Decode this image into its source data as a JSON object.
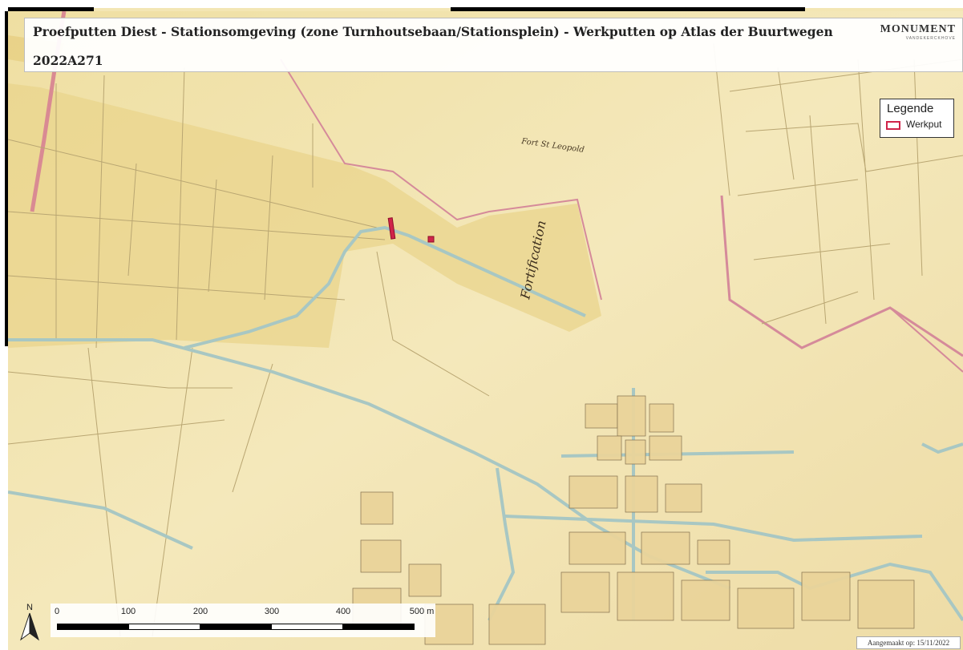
{
  "header": {
    "title": "Proefputten Diest - Stationsomgeving (zone Turnhoutsebaan/Stationsplein) - Werkputten op Atlas der Buurtwegen",
    "code": "2022A271"
  },
  "logo": {
    "name": "MONUMENT",
    "tagline": "VANDEKERCKHOVE"
  },
  "legend": {
    "title": "Legende",
    "items": [
      {
        "label": "Werkput",
        "color": "#d0244a"
      }
    ]
  },
  "scale_bar": {
    "ticks": [
      "0",
      "100",
      "200",
      "300",
      "400",
      "500 m"
    ]
  },
  "north_arrow": {
    "label": "N"
  },
  "footer": {
    "created": "Aangemaakt op: 15/11/2022"
  },
  "map_labels": {
    "fort": "Fort St Leopold",
    "fortification": "Fortification"
  },
  "colors": {
    "map_paper": "#f3e6b4",
    "field_shade": "#e8d289",
    "water": "#a9c9c6",
    "werkput": "#d0244a"
  }
}
